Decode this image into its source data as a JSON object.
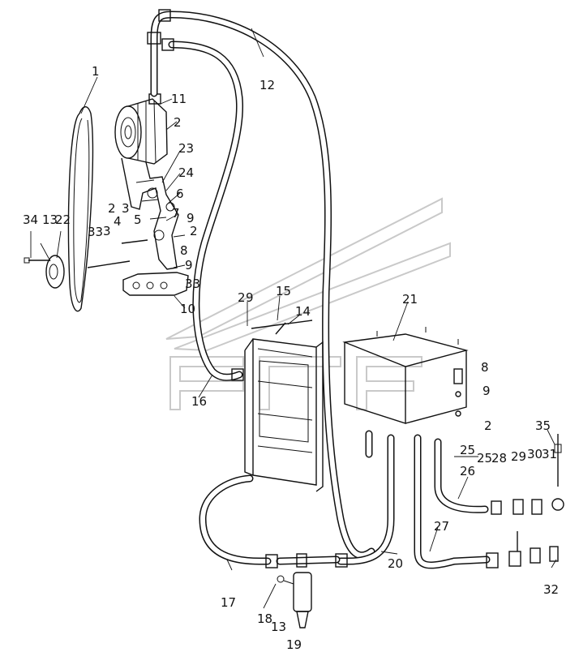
{
  "callouts": [
    {
      "id": "c1",
      "text": "1"
    },
    {
      "id": "c2a",
      "text": "2"
    },
    {
      "id": "c2b",
      "text": "2"
    },
    {
      "id": "c2c",
      "text": "2"
    },
    {
      "id": "c2d",
      "text": "2"
    },
    {
      "id": "c2e",
      "text": "2"
    },
    {
      "id": "c3a",
      "text": "3"
    },
    {
      "id": "c3b",
      "text": "3"
    },
    {
      "id": "c4",
      "text": "4"
    },
    {
      "id": "c5",
      "text": "5"
    },
    {
      "id": "c6",
      "text": "6"
    },
    {
      "id": "c7",
      "text": "7"
    },
    {
      "id": "c8a",
      "text": "8"
    },
    {
      "id": "c8b",
      "text": "8"
    },
    {
      "id": "c9a",
      "text": "9"
    },
    {
      "id": "c9b",
      "text": "9"
    },
    {
      "id": "c9c",
      "text": "9"
    },
    {
      "id": "c9d",
      "text": "9"
    },
    {
      "id": "c10",
      "text": "10"
    },
    {
      "id": "c11",
      "text": "11"
    },
    {
      "id": "c12",
      "text": "12"
    },
    {
      "id": "c13a",
      "text": "13"
    },
    {
      "id": "c13b",
      "text": "13"
    },
    {
      "id": "c14",
      "text": "14"
    },
    {
      "id": "c15",
      "text": "15"
    },
    {
      "id": "c16",
      "text": "16"
    },
    {
      "id": "c17",
      "text": "17"
    },
    {
      "id": "c18",
      "text": "18"
    },
    {
      "id": "c19",
      "text": "19"
    },
    {
      "id": "c20",
      "text": "20"
    },
    {
      "id": "c21",
      "text": "21"
    },
    {
      "id": "c22",
      "text": "22"
    },
    {
      "id": "c23",
      "text": "23"
    },
    {
      "id": "c24",
      "text": "24"
    },
    {
      "id": "c25a",
      "text": "25"
    },
    {
      "id": "c25b",
      "text": "25"
    },
    {
      "id": "c26",
      "text": "26"
    },
    {
      "id": "c27",
      "text": "27"
    },
    {
      "id": "c28",
      "text": "28"
    },
    {
      "id": "c29",
      "text": "29"
    },
    {
      "id": "c30",
      "text": "30"
    },
    {
      "id": "c31",
      "text": "31"
    },
    {
      "id": "c32",
      "text": "32"
    },
    {
      "id": "c33a",
      "text": "33"
    },
    {
      "id": "c33b",
      "text": "33"
    },
    {
      "id": "c34",
      "text": "34"
    },
    {
      "id": "c35",
      "text": "35"
    }
  ],
  "colors": {
    "line": "#111111",
    "watermark": "#c9c9c9",
    "background": "#ffffff"
  }
}
